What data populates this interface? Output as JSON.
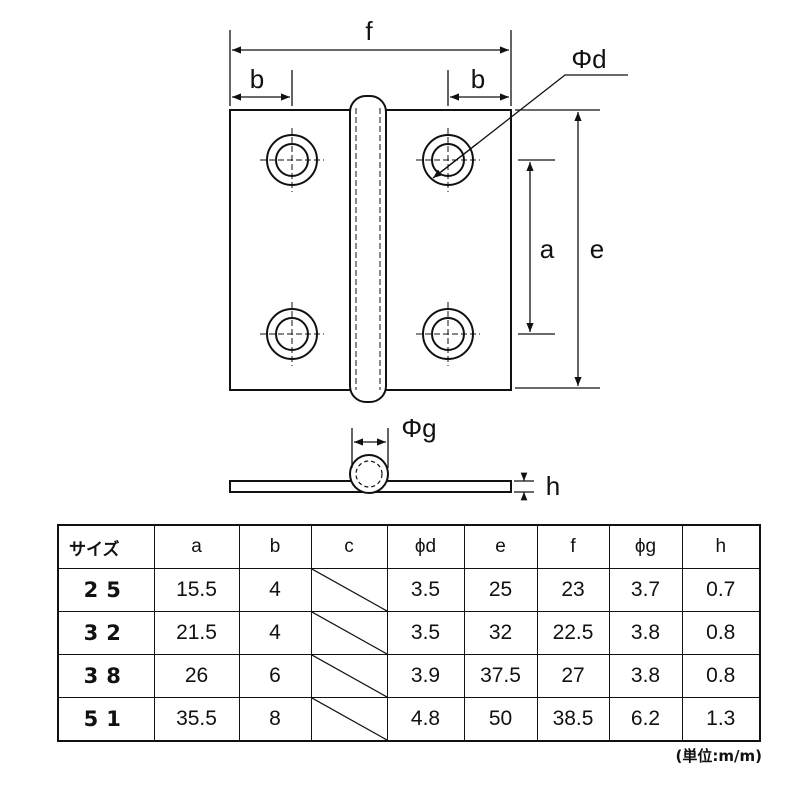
{
  "diagram": {
    "labels": {
      "f": "f",
      "b_left": "b",
      "b_right": "b",
      "d": "Φd",
      "a": "a",
      "e": "e",
      "g": "Φg",
      "h": "h"
    }
  },
  "table": {
    "headers": [
      "サイズ",
      "a",
      "b",
      "c",
      "ϕd",
      "e",
      "f",
      "ϕg",
      "h"
    ],
    "rows": [
      {
        "size": "25",
        "a": "15.5",
        "b": "4",
        "d": "3.5",
        "e": "25",
        "f": "23",
        "g": "3.7",
        "h": "0.7"
      },
      {
        "size": "32",
        "a": "21.5",
        "b": "4",
        "d": "3.5",
        "e": "32",
        "f": "22.5",
        "g": "3.8",
        "h": "0.8"
      },
      {
        "size": "38",
        "a": "26",
        "b": "6",
        "d": "3.9",
        "e": "37.5",
        "f": "27",
        "g": "3.8",
        "h": "0.8"
      },
      {
        "size": "51",
        "a": "35.5",
        "b": "8",
        "d": "4.8",
        "e": "50",
        "f": "38.5",
        "g": "6.2",
        "h": "1.3"
      }
    ]
  },
  "unit_note": "(単位:m/m)"
}
